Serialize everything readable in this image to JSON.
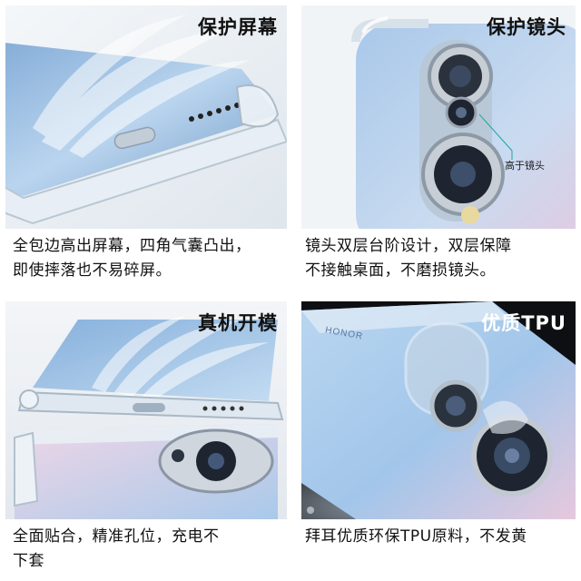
{
  "panels": [
    {
      "title": "保护屏幕",
      "caption_line1": "全包边高出屏幕，四角气囊凸出，",
      "caption_line2": "即使摔落也不易碎屏。"
    },
    {
      "title": "保护镜头",
      "callout": "高于镜头",
      "caption_line1": "镜头双层台阶设计，双层保障",
      "caption_line2": "不接触桌面，不磨损镜头。"
    },
    {
      "title": "真机开模",
      "caption_line1": "全面贴合，精准孔位，充电不",
      "caption_line2": "下套"
    },
    {
      "title": "优质TPU",
      "brand_mark": "HONOR",
      "caption_line1": "拜耳优质环保TPU原料，不发黄",
      "caption_line2": ""
    }
  ],
  "colors": {
    "phone_blue": "#9ec3e6",
    "phone_pink": "#e9c6dc",
    "lens_dark": "#1e2530",
    "frame_black": "#000000"
  }
}
